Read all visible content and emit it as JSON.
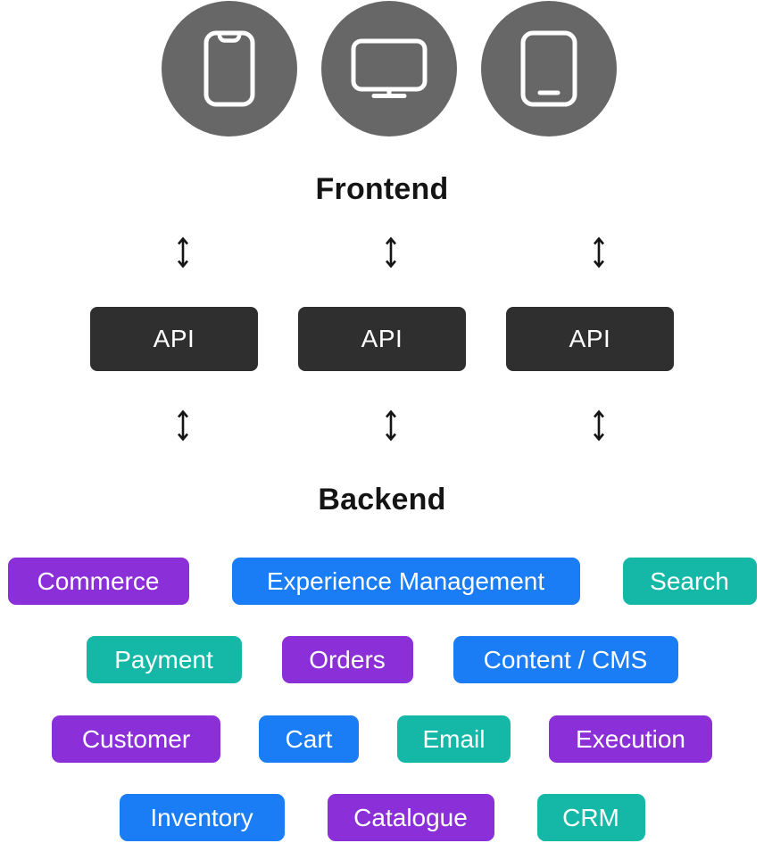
{
  "frontend": {
    "label": "Frontend",
    "devices": [
      {
        "icon": "smartphone-icon"
      },
      {
        "icon": "desktop-monitor-icon"
      },
      {
        "icon": "tablet-icon"
      }
    ],
    "circle_color": "#676767",
    "icon_color": "#ffffff"
  },
  "connections": {
    "arrow_color": "#141414"
  },
  "api_layer": {
    "boxes": [
      "API",
      "API",
      "API"
    ],
    "box_color": "#2f2f2f",
    "text_color": "#ffffff"
  },
  "backend": {
    "label": "Backend"
  },
  "services": {
    "text_color": "#ffffff",
    "palette": {
      "purple": "#8b2fd8",
      "blue": "#1a7df5",
      "teal": "#15b8a6"
    },
    "rows": [
      [
        {
          "label": "Commerce",
          "color": "#8b2fd8"
        },
        {
          "label": "Experience Management",
          "color": "#1a7df5"
        },
        {
          "label": "Search",
          "color": "#15b8a6"
        }
      ],
      [
        {
          "label": "Payment",
          "color": "#15b8a6"
        },
        {
          "label": "Orders",
          "color": "#8b2fd8"
        },
        {
          "label": "Content / CMS",
          "color": "#1a7df5"
        }
      ],
      [
        {
          "label": "Customer",
          "color": "#8b2fd8"
        },
        {
          "label": "Cart",
          "color": "#1a7df5"
        },
        {
          "label": "Email",
          "color": "#15b8a6"
        },
        {
          "label": "Execution",
          "color": "#8b2fd8"
        }
      ],
      [
        {
          "label": "Inventory",
          "color": "#1a7df5"
        },
        {
          "label": "Catalogue",
          "color": "#8b2fd8"
        },
        {
          "label": "CRM",
          "color": "#15b8a6"
        }
      ]
    ]
  }
}
